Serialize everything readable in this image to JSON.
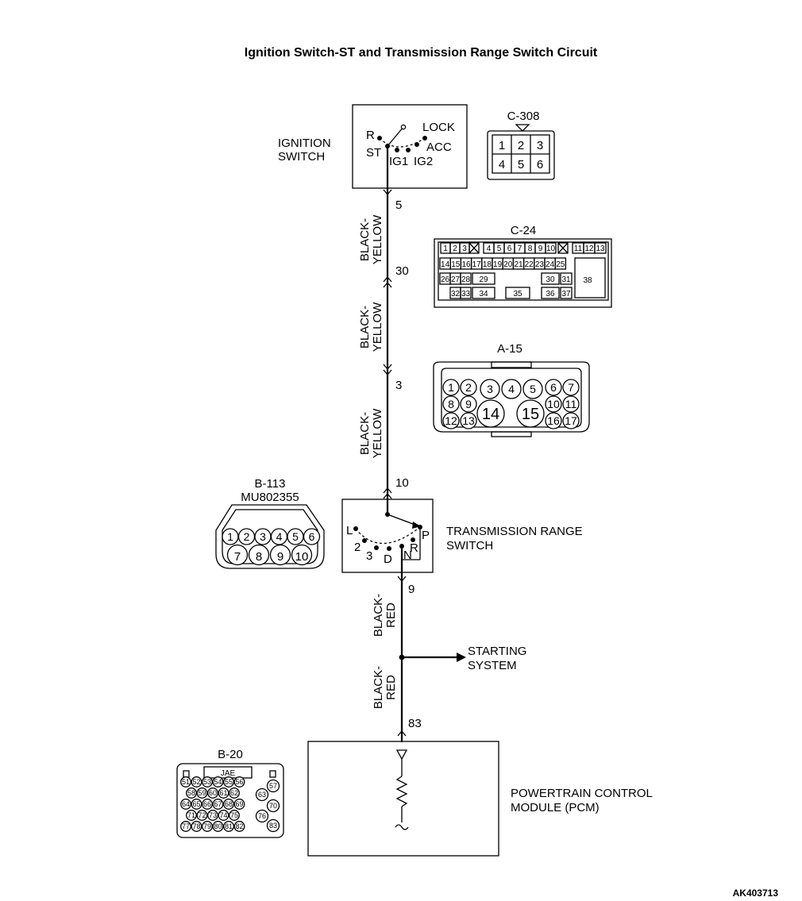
{
  "title": "Ignition Switch-ST and Transmission Range Switch Circuit",
  "ignition_switch": {
    "label_lines": [
      "IGNITION",
      "SWITCH"
    ],
    "positions": {
      "r": "R",
      "st": "ST",
      "lock": "LOCK",
      "acc": "ACC",
      "ig1": "IG1",
      "ig2": "IG2"
    }
  },
  "transmission_range_switch": {
    "label_lines": [
      "TRANSMISSION RANGE",
      "SWITCH"
    ],
    "positions": {
      "l": "L",
      "two": "2",
      "three": "3",
      "d": "D",
      "n": "N",
      "r": "R",
      "p": "P"
    }
  },
  "pcm": {
    "label_lines": [
      "POWERTRAIN CONTROL",
      "MODULE (PCM)"
    ]
  },
  "starting_system": {
    "label_lines": [
      "STARTING",
      "SYSTEM"
    ]
  },
  "wires": [
    {
      "color_lines": [
        "BLACK-",
        "YELLOW"
      ]
    },
    {
      "color_lines": [
        "BLACK-",
        "YELLOW"
      ]
    },
    {
      "color_lines": [
        "BLACK-",
        "YELLOW"
      ]
    },
    {
      "color_lines": [
        "BLACK-",
        "RED"
      ]
    },
    {
      "color_lines": [
        "BLACK-",
        "RED"
      ]
    }
  ],
  "terminals": [
    "5",
    "30",
    "3",
    "10",
    "9",
    "83"
  ],
  "connectors": {
    "c308": {
      "name": "C-308",
      "pins": [
        "1",
        "2",
        "3",
        "4",
        "5",
        "6"
      ]
    },
    "c24": {
      "name": "C-24"
    },
    "a15": {
      "name": "A-15"
    },
    "b113": {
      "name": "B-113",
      "part": "MU802355"
    },
    "b20": {
      "name": "B-20",
      "maker": "JAE"
    }
  },
  "figure_code": "AK403713"
}
